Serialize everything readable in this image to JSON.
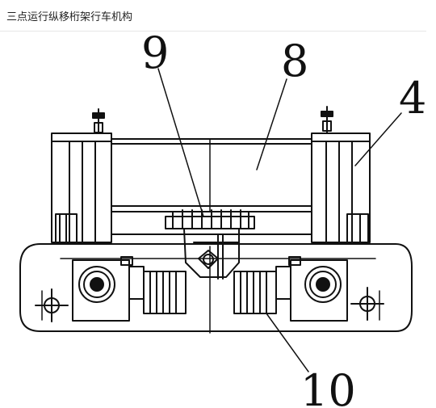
{
  "page_title": "三点运行纵移桁架行车机构",
  "callouts": {
    "c9": "9",
    "c8": "8",
    "c4": "4",
    "c10": "10"
  }
}
